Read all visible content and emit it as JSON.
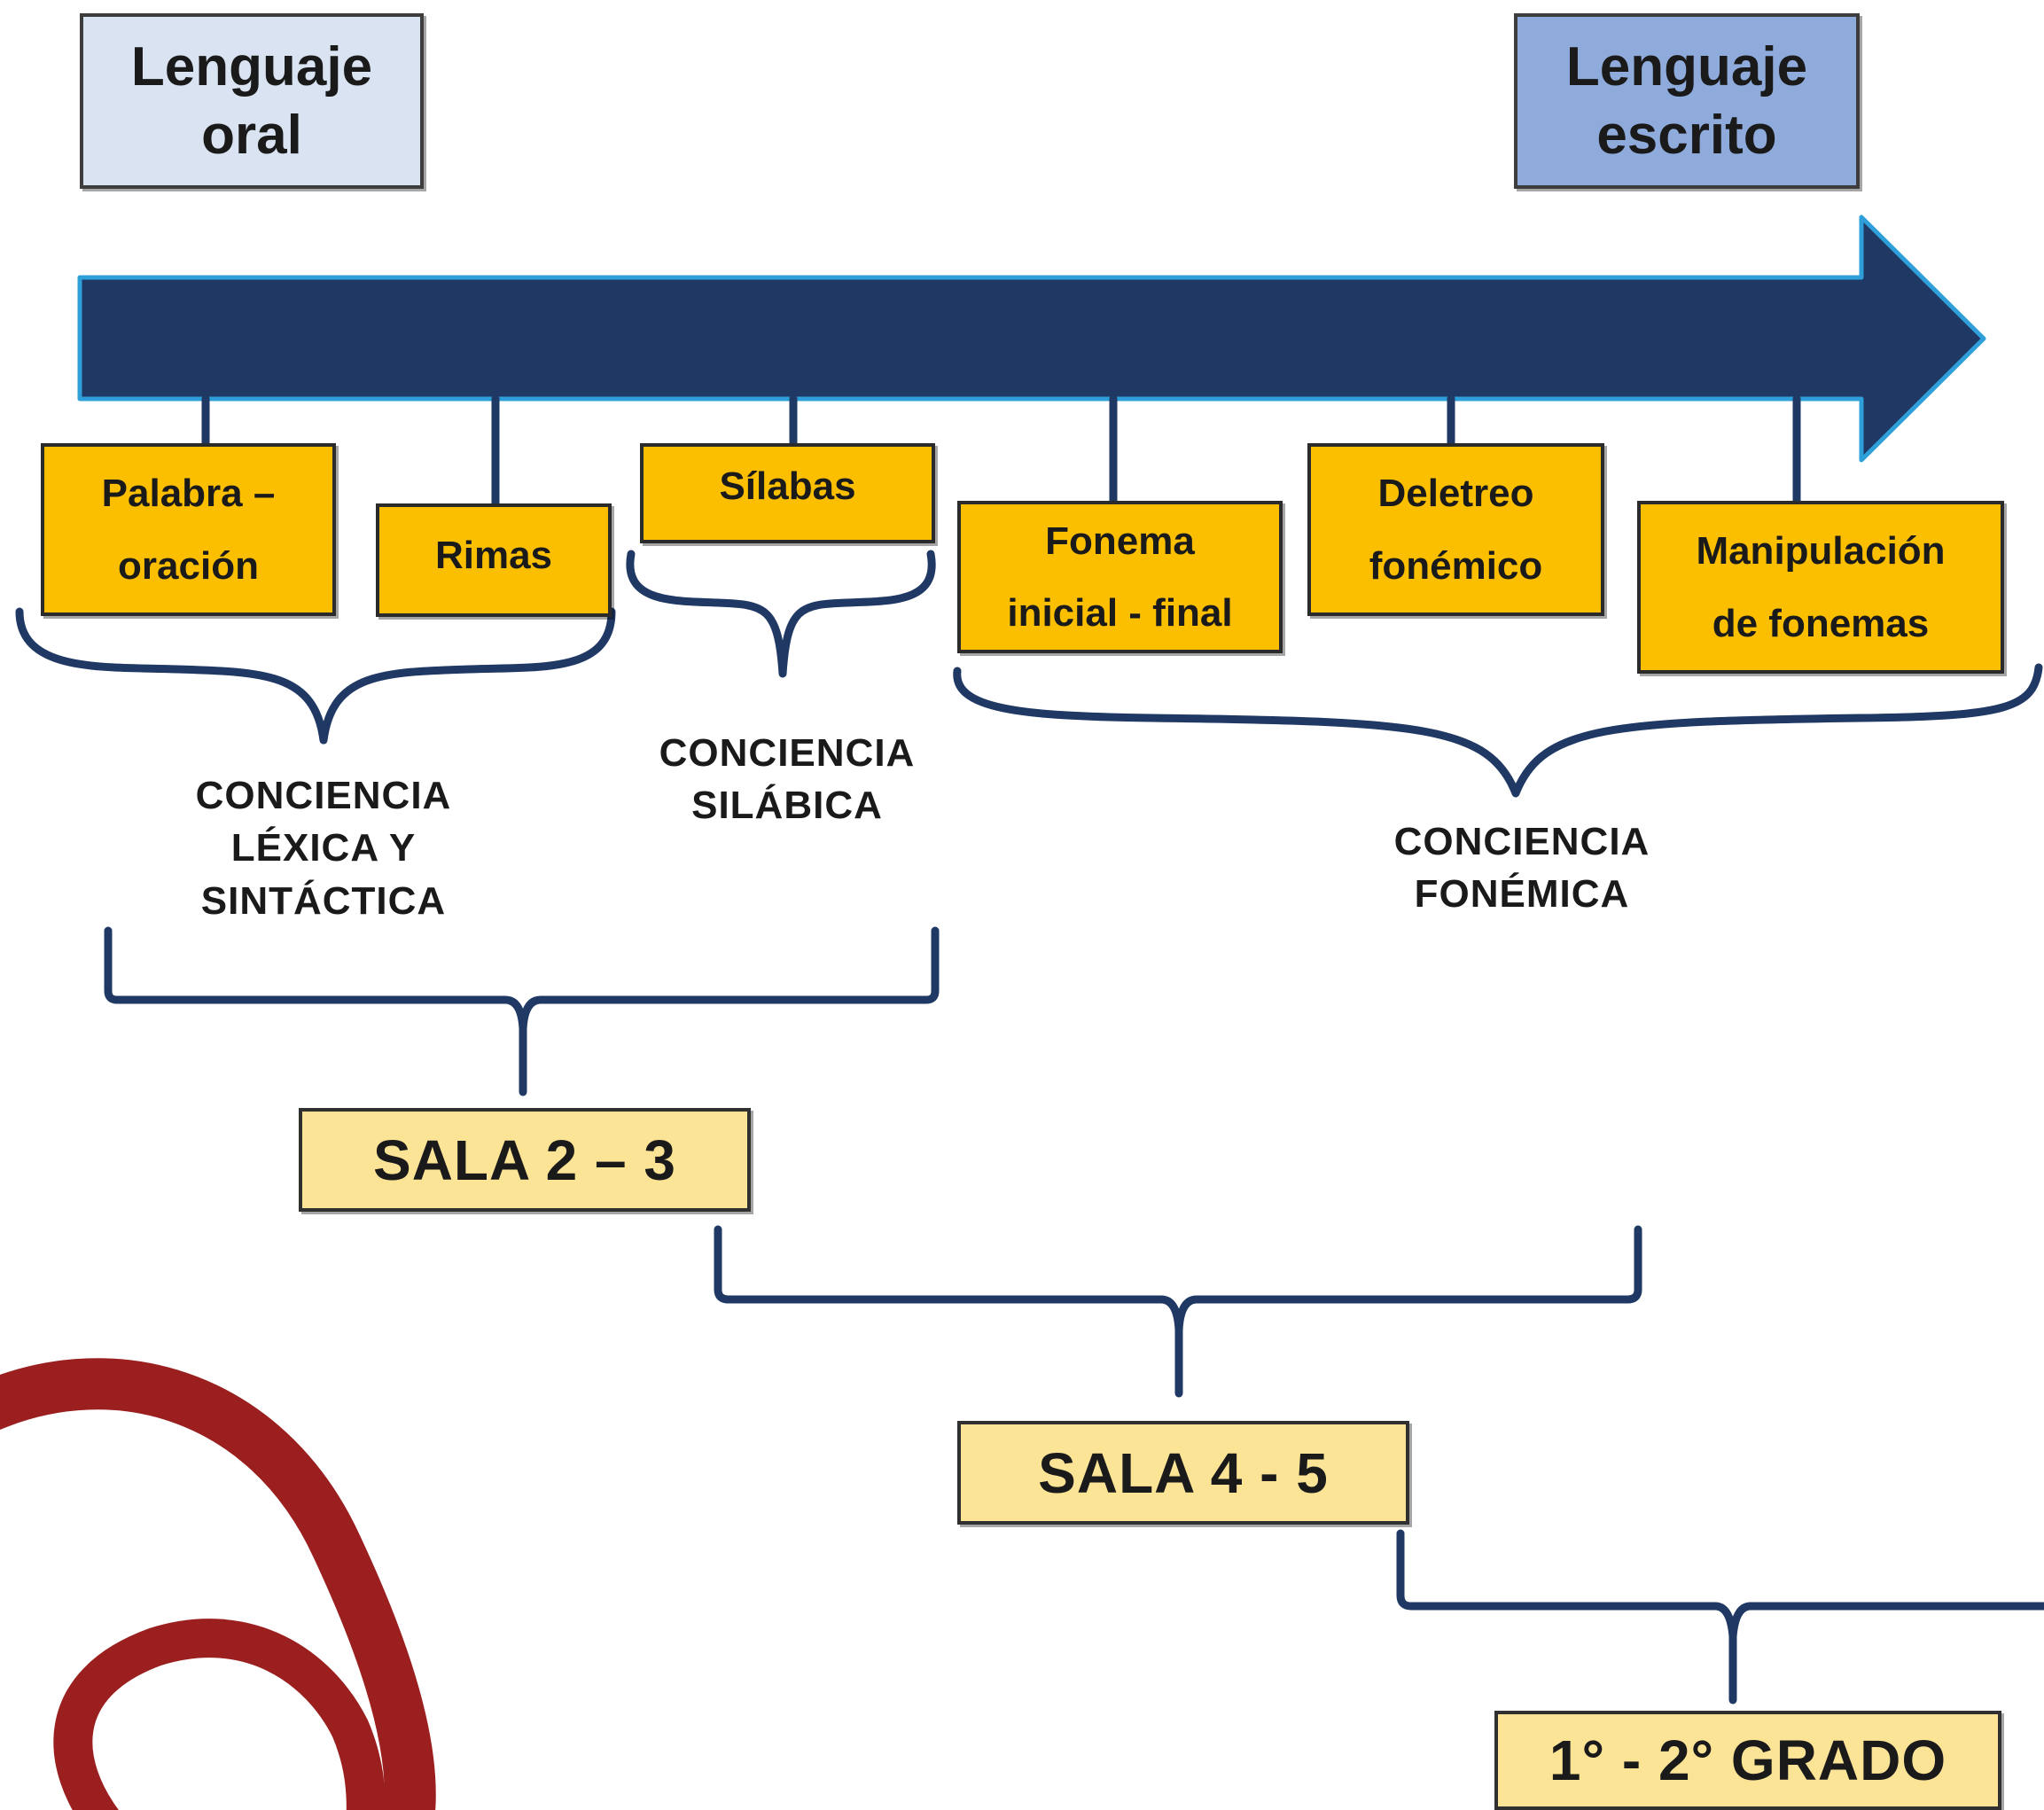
{
  "headers": {
    "oral": [
      "Lenguaje",
      "oral"
    ],
    "escrito": [
      "Lenguaje",
      "escrito"
    ]
  },
  "steps": {
    "palabra": [
      "Palabra –",
      "oración"
    ],
    "rimas": [
      "Rimas"
    ],
    "silabas": [
      "Sílabas"
    ],
    "fonema": [
      "Fonema",
      "inicial - final"
    ],
    "deletreo": [
      "Deletreo",
      "fonémico"
    ],
    "manipulacion": [
      "Manipulación",
      "de fonemas"
    ]
  },
  "groups": {
    "lexica": [
      "CONCIENCIA",
      "LÉXICA Y",
      "SINTÁCTICA"
    ],
    "silabica": [
      "CONCIENCIA",
      "SILÁBICA"
    ],
    "fonemica": [
      "CONCIENCIA",
      "FONÉMICA"
    ]
  },
  "stages": {
    "sala23": "SALA  2 – 3",
    "sala45": "SALA  4 - 5",
    "grado12": "1° - 2° GRADO"
  },
  "colors": {
    "arrow": "#1f3864",
    "arrow_outline": "#2e9fd8",
    "connector": "#1f3864",
    "step_fill": "#fbbf00",
    "stage_fill": "#fce497",
    "oral_fill": "#d9e3f1",
    "escrito_fill": "#8fabdb",
    "decoration": "#9b1f1f"
  }
}
